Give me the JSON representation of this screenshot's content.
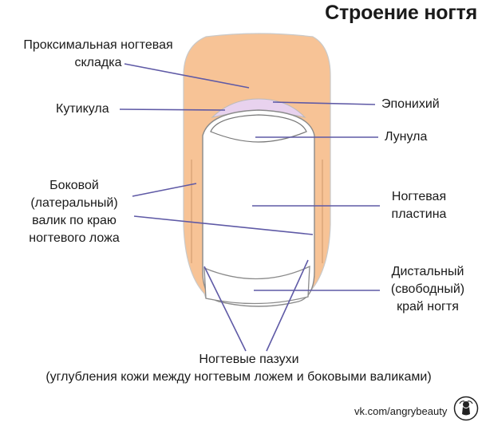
{
  "title": "Строение ногтя",
  "labels": {
    "proximal_fold": [
      "Проксимальная ногтевая",
      "складка"
    ],
    "cuticle": "Кутикула",
    "eponychium": "Эпонихий",
    "lunula": "Лунула",
    "lateral_fold": [
      "Боковой",
      "(латеральный)",
      "валик по краю",
      "ногтевого ложа"
    ],
    "nail_plate": [
      "Ногтевая",
      "пластина"
    ],
    "free_edge": [
      "Дистальный",
      "(свободный)",
      "край ногтя"
    ],
    "sinuses": "Ногтевые пазухи",
    "sinuses_note": "(углубления кожи между ногтевым ложем и боковыми валиками)"
  },
  "footer": "vk.com/angrybeauty",
  "colors": {
    "skin": "#f7c396",
    "skin_stroke": "#c9c9c9",
    "cuticle": "#e8d2ee",
    "plate": "#ffffff",
    "line": "#5f5aa6"
  }
}
